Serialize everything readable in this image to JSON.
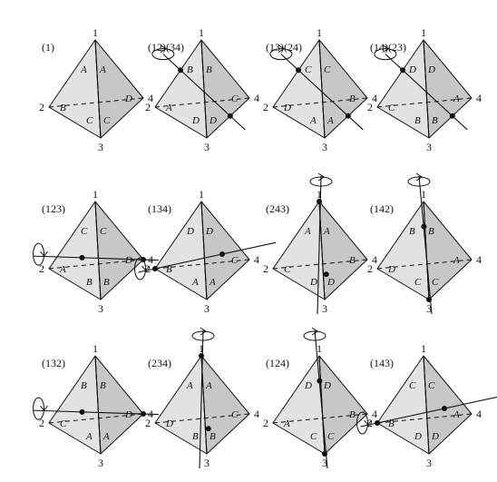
{
  "vertex_labels": [
    "1",
    "2",
    "3",
    "4"
  ],
  "panels": [
    {
      "title": "(1)",
      "faces": {
        "L1": "A",
        "R1": "A",
        "L2": "C",
        "R2": "C",
        "back2": "B",
        "back4": "D"
      },
      "axis": null
    },
    {
      "title": "(12)(34)",
      "faces": {
        "L1": "B",
        "R1": "B",
        "L2": "D",
        "R2": "D",
        "back2": "A",
        "back4": "C"
      },
      "axis": "edge-mid"
    },
    {
      "title": "(13)(24)",
      "faces": {
        "L1": "C",
        "R1": "C",
        "L2": "A",
        "R2": "A",
        "back2": "D",
        "back4": "B"
      },
      "axis": "edge-mid"
    },
    {
      "title": "(14)(23)",
      "faces": {
        "L1": "D",
        "R1": "D",
        "L2": "B",
        "R2": "B",
        "back2": "C",
        "back4": "A"
      },
      "axis": "edge-mid"
    },
    {
      "title": "(123)",
      "faces": {
        "L1": "C",
        "R1": "C",
        "L2": "B",
        "R2": "B",
        "back2": "A",
        "back4": "D"
      },
      "axis": "vertex-4"
    },
    {
      "title": "(134)",
      "faces": {
        "L1": "D",
        "R1": "D",
        "L2": "A",
        "R2": "A",
        "back2": "B",
        "back4": "C"
      },
      "axis": "vertex-2"
    },
    {
      "title": "(243)",
      "faces": {
        "L1": "A",
        "R1": "A",
        "L2": "D",
        "R2": "D",
        "back2": "C",
        "back4": "B"
      },
      "axis": "vertex-1"
    },
    {
      "title": "(142)",
      "faces": {
        "L1": "B",
        "R1": "B",
        "L2": "C",
        "R2": "C",
        "back2": "D",
        "back4": "A"
      },
      "axis": "vertex-3"
    },
    {
      "title": "(132)",
      "faces": {
        "L1": "B",
        "R1": "B",
        "L2": "A",
        "R2": "A",
        "back2": "C",
        "back4": "D"
      },
      "axis": "vertex-4"
    },
    {
      "title": "(234)",
      "faces": {
        "L1": "A",
        "R1": "A",
        "L2": "B",
        "R2": "B",
        "back2": "D",
        "back4": "C"
      },
      "axis": "vertex-1"
    },
    {
      "title": "(124)",
      "faces": {
        "L1": "D",
        "R1": "D",
        "L2": "C",
        "R2": "C",
        "back2": "A",
        "back4": "B"
      },
      "axis": "vertex-3"
    },
    {
      "title": "(143)",
      "faces": {
        "L1": "C",
        "R1": "C",
        "L2": "D",
        "R2": "D",
        "back2": "B",
        "back4": "A"
      },
      "axis": "vertex-2"
    }
  ]
}
